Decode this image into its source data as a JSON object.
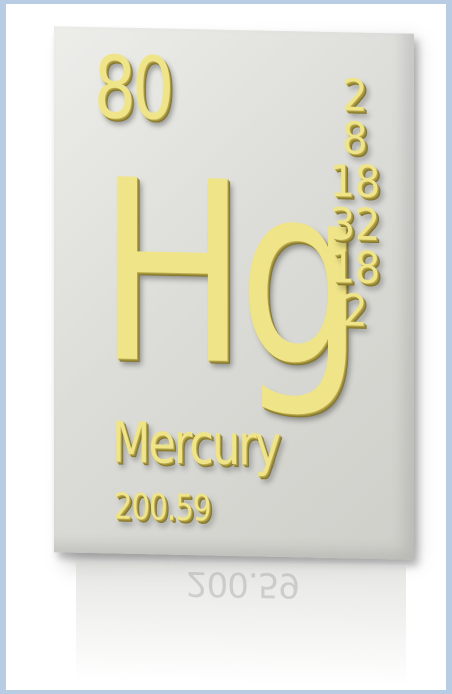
{
  "element": {
    "atomic_number": "80",
    "symbol": "Hg",
    "name": "Mercury",
    "atomic_mass": "200.59",
    "electron_shells": [
      "2",
      "8",
      "18",
      "32",
      "18",
      "2"
    ]
  },
  "colors": {
    "gold_text": "#efe487",
    "tile": "#dcdcd8",
    "border": "#b8cde4"
  }
}
